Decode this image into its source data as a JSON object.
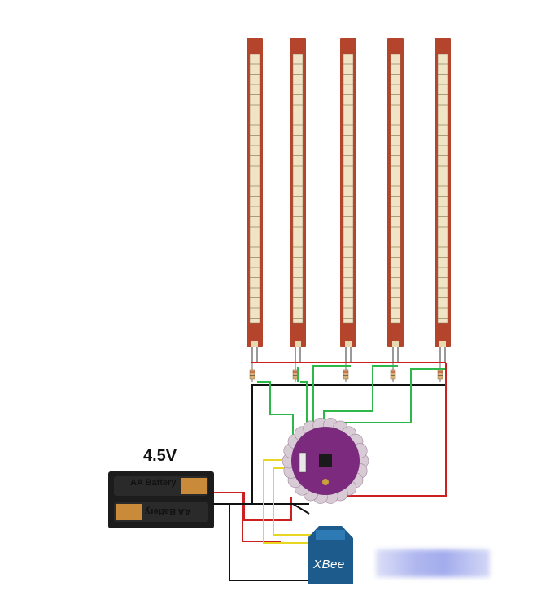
{
  "battery_pack": {
    "voltage": "4.5V",
    "cell_top_label": "AA Battery",
    "cell_bottom_label": "AA Battery"
  },
  "xbee": {
    "label": "XBee"
  },
  "flex_sensor_count": 5,
  "colors": {
    "wire_red": "#cc1f1f",
    "wire_green": "#2fb84a",
    "wire_yellow": "#e8d620",
    "wire_black": "#111111",
    "sensor_body": "#b5442c",
    "lilypad_purple": "#7b2a7d",
    "xbee_blue": "#1c5b8c"
  }
}
